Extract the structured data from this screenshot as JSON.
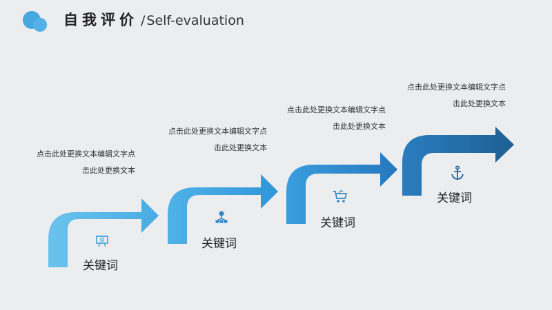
{
  "header": {
    "title_cn": "自我评价",
    "separator": "/",
    "title_en": "Self-evaluation"
  },
  "steps": [
    {
      "line1": "点击此处更换文本编辑文字点",
      "line2": "击此处更换文本",
      "keyword": "关键词",
      "icon": "presentation-board-icon",
      "color": "#5bb6e6"
    },
    {
      "line1": "点击此处更换文本编辑文字点",
      "line2": "击此处更换文本",
      "keyword": "关键词",
      "icon": "org-network-icon",
      "color": "#3ea1dc"
    },
    {
      "line1": "点击此处更换文本编辑文字点",
      "line2": "击此处更换文本",
      "keyword": "关键词",
      "icon": "shopping-cart-icon",
      "color": "#2e86c7"
    },
    {
      "line1": "点击此处更换文本编辑文字点",
      "line2": "击此处更换文本",
      "keyword": "关键词",
      "icon": "anchor-icon",
      "color": "#246ea6"
    }
  ],
  "colors": {
    "background": "#ecedef",
    "logo": "#46a8df"
  }
}
